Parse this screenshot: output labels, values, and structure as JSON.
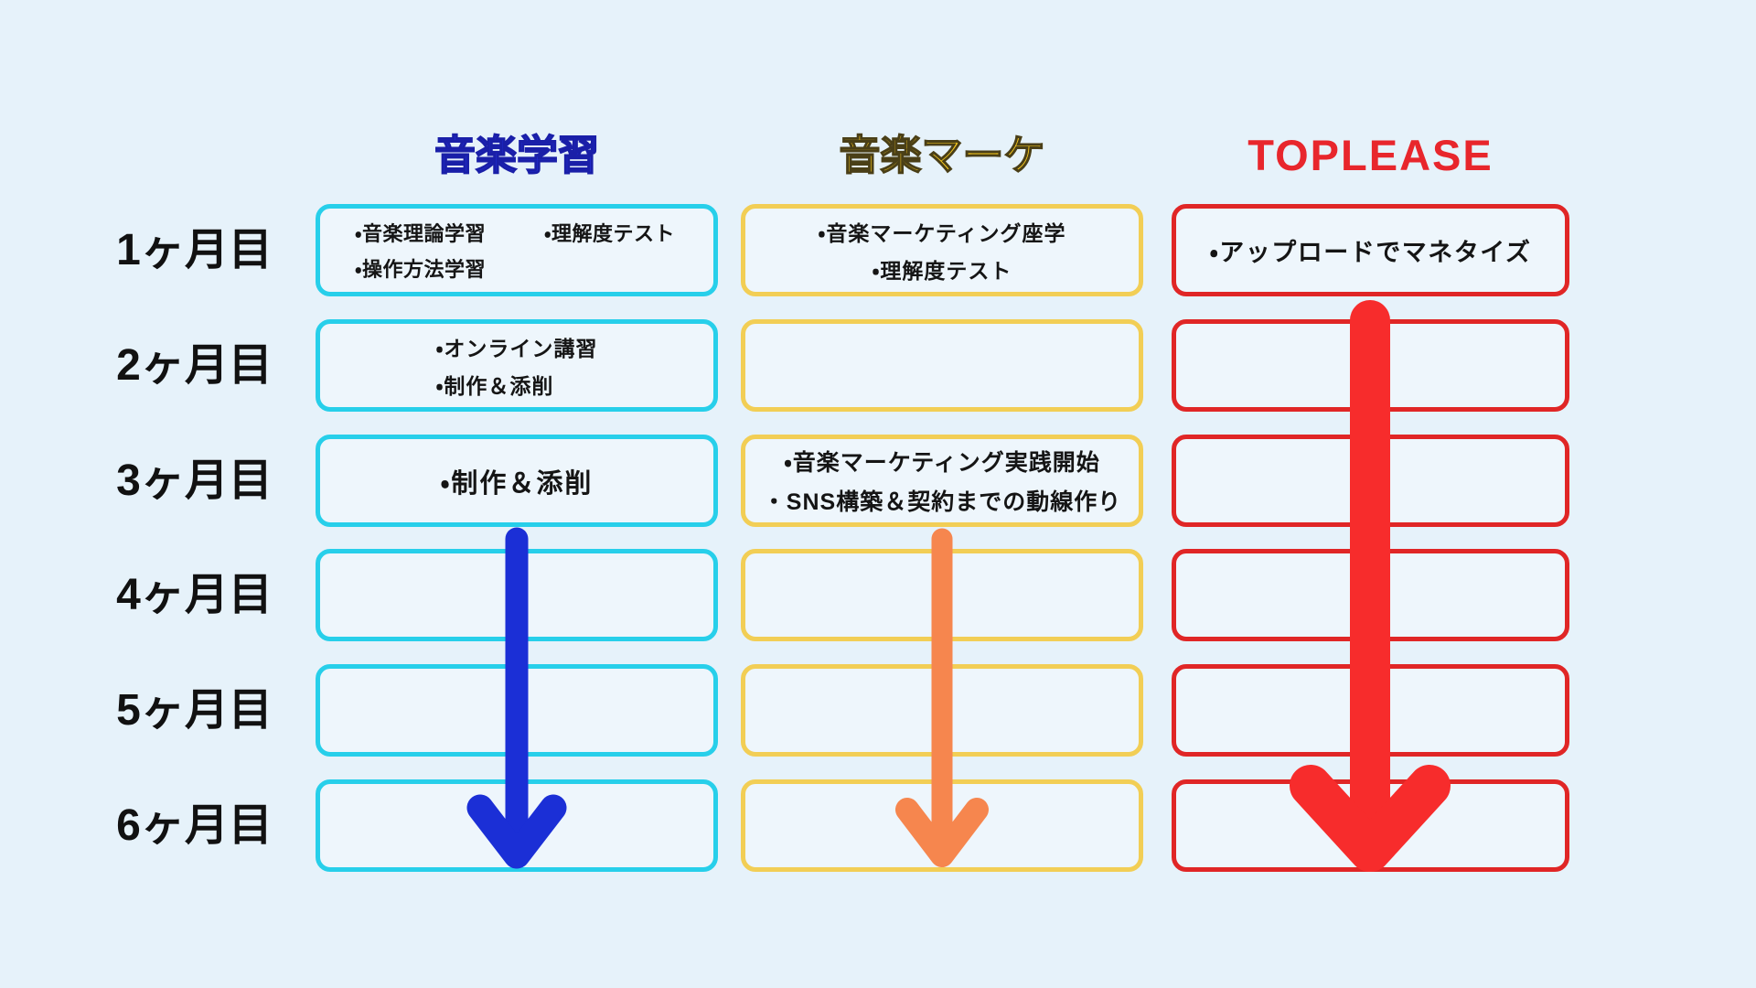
{
  "canvas": {
    "background": "#E6F2FA",
    "box_fill": "#EEF6FC",
    "text_color": "#151515",
    "label_color": "#111111"
  },
  "row_labels": [
    "1ヶ月目",
    "2ヶ月目",
    "3ヶ月目",
    "4ヶ月目",
    "5ヶ月目",
    "6ヶ月目"
  ],
  "columns": [
    {
      "key": "music_learning",
      "title": "音楽学習",
      "title_color": "#2230DB",
      "title_outline": "#1A1FA8",
      "border_color": "#27CFEA",
      "arrow_color": "#1B2FD6"
    },
    {
      "key": "music_marketing",
      "title": "音楽マーケ",
      "title_color": "#FFCF1E",
      "title_outline": "#4A3F17",
      "border_color": "#F2CE55",
      "arrow_color": "#F6864E"
    },
    {
      "key": "toplease",
      "title": "TOPLEASE",
      "title_color": "#E8262C",
      "title_outline": "transparent",
      "border_color": "#E02626",
      "arrow_color": "#F72C2C"
    }
  ],
  "cells": {
    "music_learning": {
      "month1": {
        "item1": "・音楽理論学習",
        "item2": "・理解度テスト",
        "item3": "・操作方法学習"
      },
      "month2": {
        "line1": "・オンライン講習",
        "line2": "・制作＆添削"
      },
      "month3": {
        "line1": "・制作＆添削"
      }
    },
    "music_marketing": {
      "month1": {
        "line1": "・音楽マーケティング座学",
        "line2": "・理解度テスト"
      },
      "month3": {
        "line1": "・音楽マーケティング実践開始",
        "line2": "・SNS構築＆契約までの動線作り"
      }
    },
    "toplease": {
      "month1": {
        "line1": "・アップロードでマネタイズ"
      }
    }
  },
  "arrows": [
    {
      "column": "音楽学習",
      "color": "#1B2FD6",
      "from_row": "4ヶ月目",
      "to_row": "6ヶ月目"
    },
    {
      "column": "音楽マーケ",
      "color": "#F6864E",
      "from_row": "4ヶ月目",
      "to_row": "6ヶ月目"
    },
    {
      "column": "TOPLEASE",
      "color": "#F72C2C",
      "from_row": "2ヶ月目",
      "to_row": "6ヶ月目"
    }
  ]
}
